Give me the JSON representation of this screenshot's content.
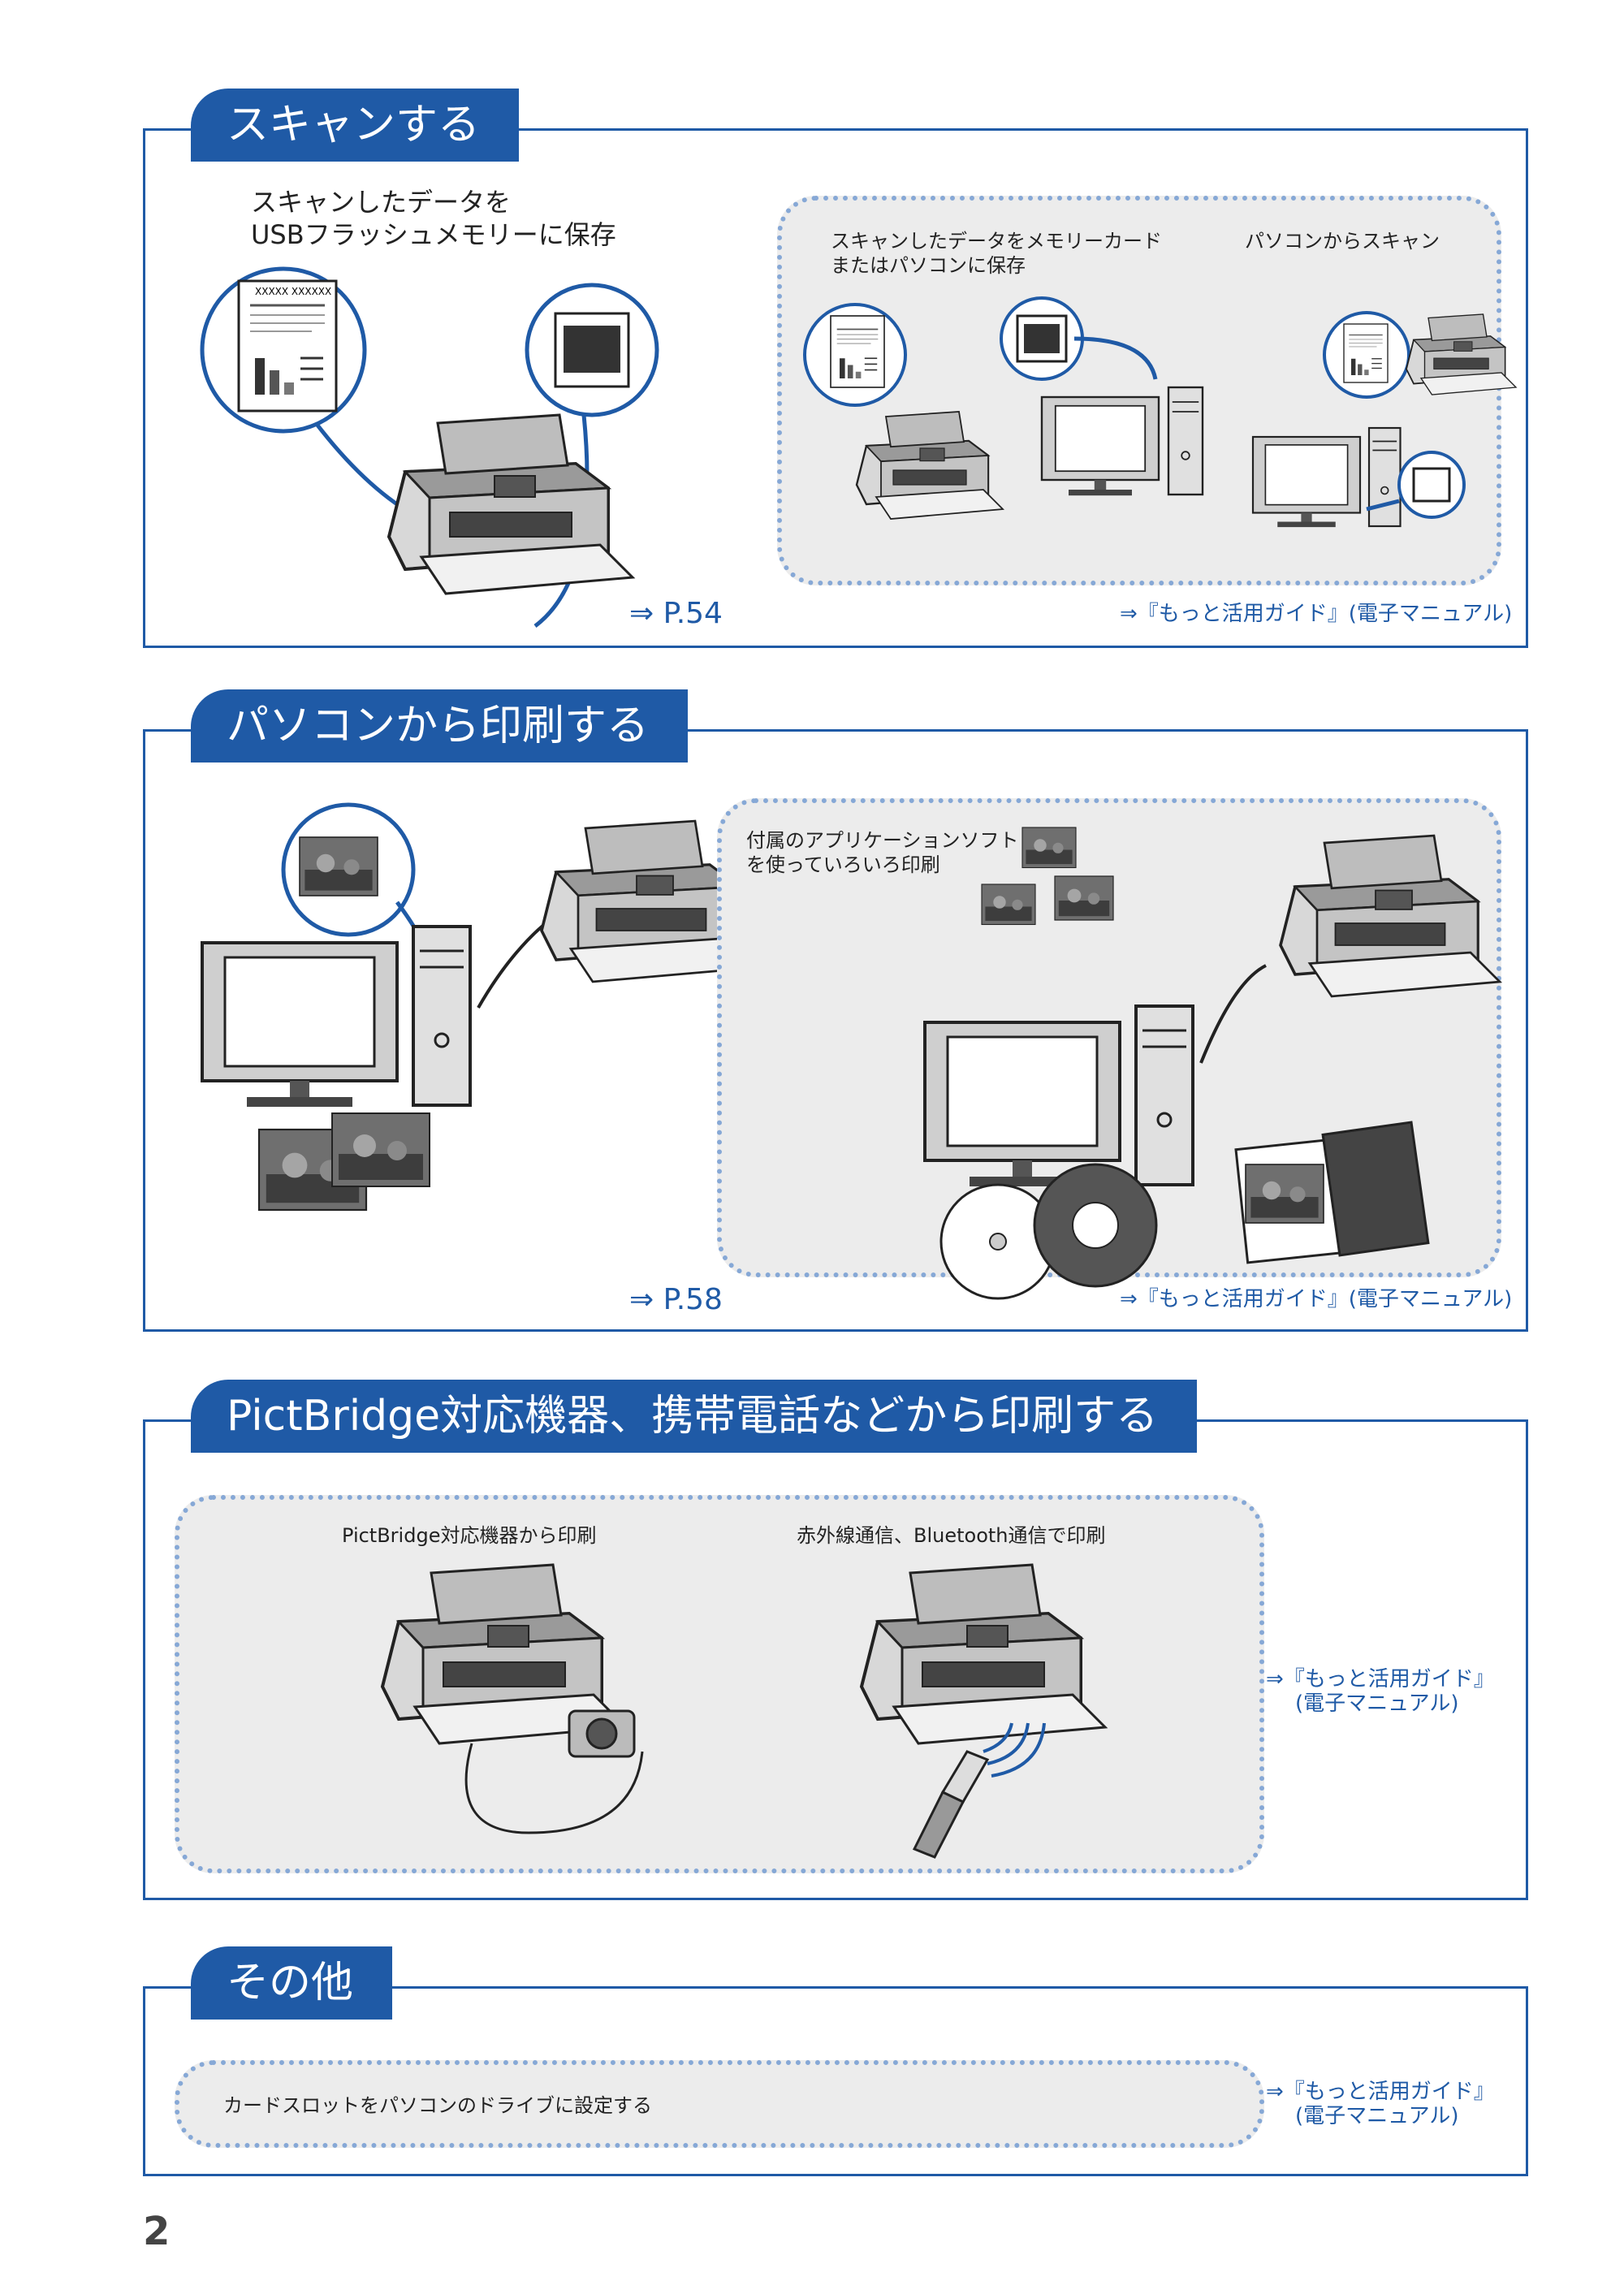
{
  "sections": {
    "scan": {
      "title": "スキャンする",
      "left_caption_1": "スキャンしたデータを",
      "left_caption_2": "USBフラッシュメモリーに保存",
      "doc_header": "XXXXX XXXXXX",
      "ref_left": "⇒ P.54",
      "panel_caption_1a": "スキャンしたデータをメモリーカード",
      "panel_caption_1b": "またはパソコンに保存",
      "panel_caption_2": "パソコンからスキャン",
      "ref_right": "⇒『もっと活用ガイド』(電子マニュアル)"
    },
    "pc_print": {
      "title": "パソコンから印刷する",
      "panel_caption_1": "付属のアプリケーションソフト",
      "panel_caption_2": "を使っていろいろ印刷",
      "ref_left": "⇒ P.58",
      "ref_right": "⇒『もっと活用ガイド』(電子マニュアル)"
    },
    "pictbridge": {
      "title": "PictBridge対応機器、携帯電話などから印刷する",
      "caption_1": "PictBridge対応機器から印刷",
      "caption_2": "赤外線通信、Bluetooth通信で印刷",
      "ref_1": "⇒『もっと活用ガイド』",
      "ref_2": "(電子マニュアル)"
    },
    "other": {
      "title": "その他",
      "caption": "カードスロットをパソコンのドライブに設定する",
      "ref_1": "⇒『もっと活用ガイド』",
      "ref_2": "(電子マニュアル)"
    }
  },
  "page_number": "2",
  "colors": {
    "accent": "#1f5aa6",
    "panel_bg": "#ececec",
    "panel_border": "#86a8d6"
  }
}
